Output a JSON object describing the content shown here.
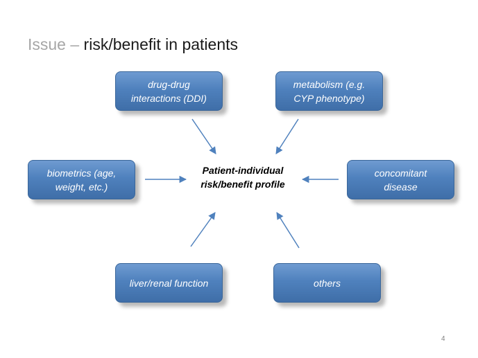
{
  "slide": {
    "title_prefix": "Issue – ",
    "title_main": "risk/benefit  in patients",
    "page_number": "4"
  },
  "diagram": {
    "center": {
      "line1": "Patient-individual",
      "line2": "risk/benefit profile"
    },
    "nodes": {
      "ddi": {
        "line1": "drug-drug",
        "line2": "interactions (DDI)"
      },
      "metabolism": {
        "line1": "metabolism (e.g.",
        "line2": "CYP phenotype)"
      },
      "biometrics": {
        "line1": "biometrics (age,",
        "line2": "weight, etc.)"
      },
      "disease": {
        "line1": "concomitant",
        "line2": "disease"
      },
      "liver": {
        "label": "liver/renal function"
      },
      "others": {
        "label": "others"
      }
    }
  },
  "colors": {
    "node_fill": "#4f81bd",
    "arrow": "#4f81bd",
    "title_prefix": "#a6a6a6"
  }
}
